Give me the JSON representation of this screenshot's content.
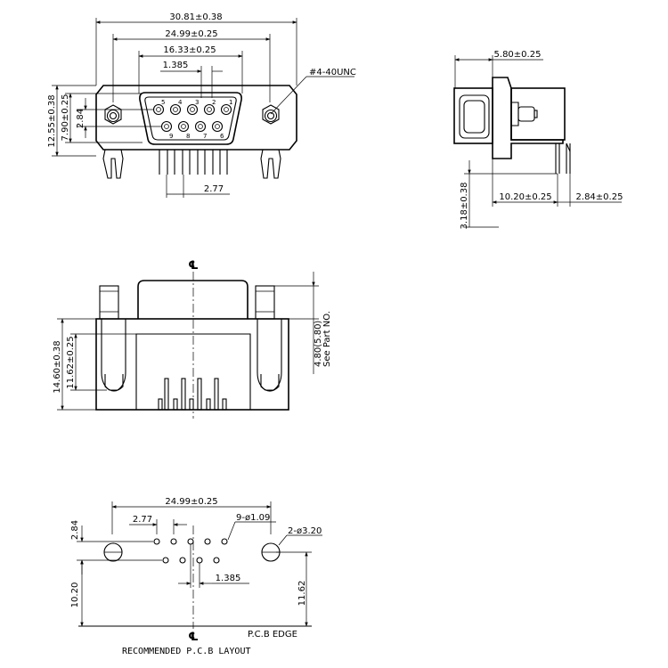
{
  "front_view": {
    "dims": {
      "overall_width": "30.81±0.38",
      "flange_width": "24.99±0.25",
      "shell_width": "16.33±0.25",
      "pin_pitch": "1.385",
      "row_pitch": "2.77",
      "overall_height": "12.55±0.38",
      "body_height": "7.90±0.25",
      "row_offset": "2.84"
    },
    "thread_note": "#4-40UNC",
    "pin_numbers_top": [
      "5",
      "4",
      "3",
      "2",
      "1"
    ],
    "pin_numbers_bottom": [
      "9",
      "8",
      "7",
      "6"
    ]
  },
  "side_view": {
    "dims": {
      "shell_depth": "5.80±0.25",
      "body_depth": "10.20±0.25",
      "pin_offset": "2.84±0.25",
      "tail_length": "3.18±0.38"
    }
  },
  "bottom_view": {
    "centerline_symbol": "℄",
    "dims": {
      "overall_height": "14.60±0.38",
      "pin_height": "11.62±0.25",
      "part_dim": "4.80(5.80)",
      "part_note": "See Part NO."
    }
  },
  "pcb_layout": {
    "centerline_symbol": "℄",
    "dims": {
      "flange_width": "24.99±0.25",
      "row_pitch": "2.77",
      "pin_holes": "9-ø1.09",
      "mount_holes": "2-ø3.20",
      "row_offset": "2.84",
      "half_pitch": "1.385",
      "edge_to_row": "10.20",
      "edge_to_mount": "11.62"
    },
    "edge_label": "P.C.B EDGE",
    "caption": "RECOMMENDED P.C.B LAYOUT"
  }
}
